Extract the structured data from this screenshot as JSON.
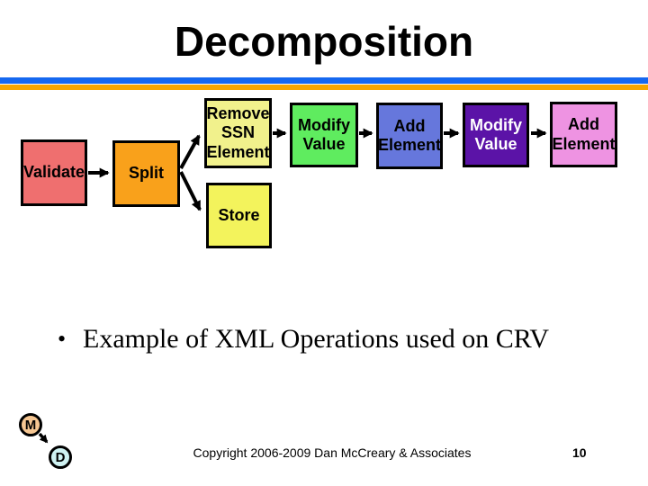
{
  "slide": {
    "title": "Decomposition",
    "bullet_glyph": "•",
    "bullet_text": "Example of XML Operations used on CRV"
  },
  "colors": {
    "divider_blue": "#1668F0",
    "divider_orange": "#F7A600",
    "arrow": "#000000"
  },
  "diagram": {
    "nodes": [
      {
        "id": "validate",
        "label": "Validate",
        "fill": "#EF6F6F",
        "text_color": "#000000"
      },
      {
        "id": "split",
        "label": "Split",
        "fill": "#F9A11B",
        "text_color": "#000000"
      },
      {
        "id": "remove-ssn",
        "label": "Remove SSN Element",
        "fill": "#F1F18C",
        "text_color": "#000000"
      },
      {
        "id": "store",
        "label": "Store",
        "fill": "#F3F35C",
        "text_color": "#000000"
      },
      {
        "id": "modify-value-1",
        "label": "Modify Value",
        "fill": "#5FEC5F",
        "text_color": "#000000"
      },
      {
        "id": "add-element-1",
        "label": "Add Element",
        "fill": "#6677DC",
        "text_color": "#000000"
      },
      {
        "id": "modify-value-2",
        "label": "Modify Value",
        "fill": "#5B13A7",
        "text_color": "#FFFFFF"
      },
      {
        "id": "add-element-2",
        "label": "Add Element",
        "fill": "#EE93E2",
        "text_color": "#000000"
      }
    ],
    "edges": [
      {
        "from": "validate",
        "to": "split"
      },
      {
        "from": "split",
        "to": "remove-ssn"
      },
      {
        "from": "split",
        "to": "store"
      },
      {
        "from": "remove-ssn",
        "to": "modify-value-1"
      },
      {
        "from": "modify-value-1",
        "to": "add-element-1"
      },
      {
        "from": "add-element-1",
        "to": "modify-value-2"
      },
      {
        "from": "modify-value-2",
        "to": "add-element-2"
      }
    ]
  },
  "badges": {
    "m": {
      "label": "M",
      "fill": "#F6C793"
    },
    "d": {
      "label": "D",
      "fill": "#CFF2F2"
    },
    "edge": {
      "from": "m",
      "to": "d"
    }
  },
  "footer": {
    "copyright": "Copyright 2006-2009 Dan McCreary & Associates",
    "page_number": "10"
  }
}
